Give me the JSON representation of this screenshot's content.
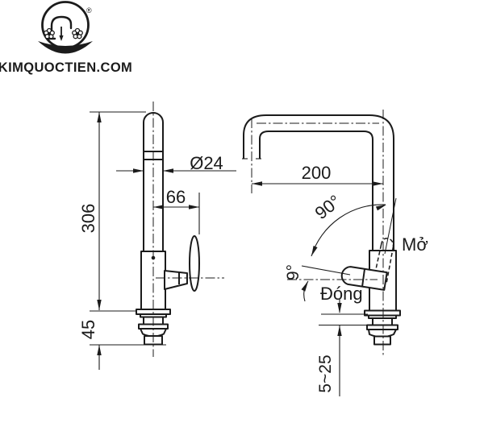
{
  "brand": {
    "website": "KIMQUOCTIEN.COM",
    "registered": "®",
    "logo_icon": "faucet-with-flowers-logo"
  },
  "colors": {
    "ink": "#1b1b1b",
    "background": "#ffffff"
  },
  "drawing": {
    "subject": "kitchen-faucet-dimension-diagram",
    "views": [
      "front-view",
      "side-view"
    ],
    "dims": {
      "total_height": "306",
      "spout_diameter": "Ø24",
      "handle_offset": "66",
      "base_height": "45",
      "spout_reach": "200",
      "open_angle": "90°",
      "closed_angle": "9°",
      "deck_thickness": "5~25"
    },
    "labels": {
      "open": "Mở",
      "closed": "Đóng"
    }
  }
}
